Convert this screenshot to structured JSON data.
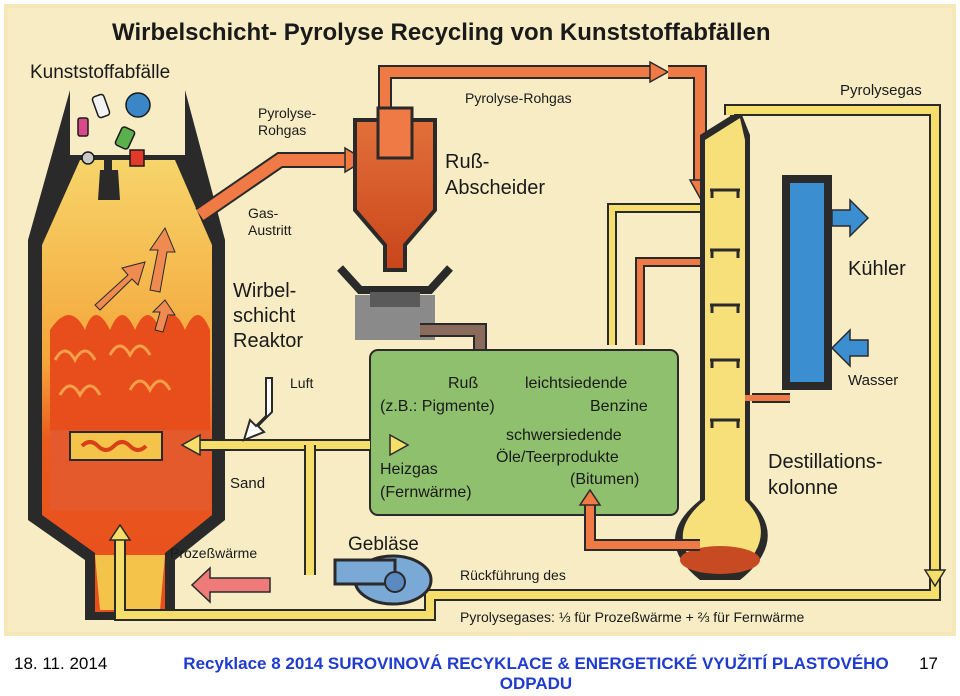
{
  "diagram": {
    "title": "Wirbelschicht- Pyrolyse Recycling von Kunststoffabfällen",
    "labels": {
      "kunststoffabfaelle": "Kunststoffabfälle",
      "pyrolyse_rohgas_small_1": "Pyrolyse-",
      "pyrolyse_rohgas_small_2": "Rohgas",
      "gas_austritt_1": "Gas-",
      "gas_austritt_2": "Austritt",
      "reaktor_1": "Wirbel-",
      "reaktor_2": "schicht",
      "reaktor_3": "Reaktor",
      "luft": "Luft",
      "sand": "Sand",
      "prozesswaerme": "Prozeßwärme",
      "geblaese": "Gebläse",
      "rueckfuehrung": "Rückführung des",
      "pyrolysegases_share": "Pyrolysegases: ⅓ für Prozeßwärme + ⅔ für Fernwärme",
      "pyrolyse_rohgas_top": "Pyrolyse-Rohgas",
      "russ_abscheider_1": "Ruß-",
      "russ_abscheider_2": "Abscheider",
      "pyrolysegas": "Pyrolysegas",
      "kuehler": "Kühler",
      "wasser": "Wasser",
      "destillation_1": "Destillations-",
      "destillation_2": "kolonne",
      "russ": "Ruß",
      "pigmente": "(z.B.: Pigmente)",
      "leicht_1": "leichtsiedende",
      "leicht_2": "Benzine",
      "schwer_1": "schwersiedende",
      "schwer_2": "Öle/Teerprodukte",
      "schwer_3": "(Bitumen)",
      "heizgas_1": "Heizgas",
      "heizgas_2": "(Fernwärme)"
    }
  },
  "footer": {
    "date": "18. 11. 2014",
    "course": "Recyklace 8 2014 SUROVINOVÁ RECYKLACE & ENERGETICKÉ VYUŽITÍ PLASTOVÉHO ODPADU",
    "page": "17"
  },
  "colors": {
    "frame": "#ffffff",
    "reactor_top": "#f5cf3a",
    "reactor_bed": "#ea5a1f",
    "gas_pipe": "#ef7a45",
    "yellow_pipe": "#f5de6a",
    "green_box": "#8fc06e",
    "blue_cooler": "#3b8ed0",
    "gray": "#8a8a8a",
    "footer_blue": "#1f3bd0"
  }
}
